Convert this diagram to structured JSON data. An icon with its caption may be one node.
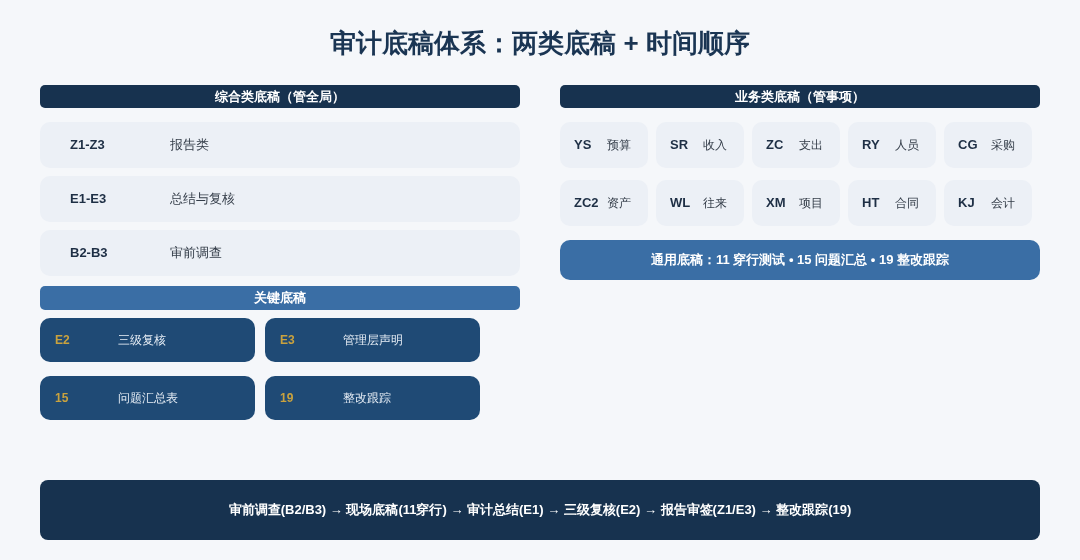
{
  "diagram": {
    "title": "审计底稿体系：两类底稿 + 时间顺序",
    "nodes": [
      {
        "text": [
          "综合类底稿（管全局）"
        ]
      },
      {
        "text": [
          "Z1-Z3",
          "报告类"
        ]
      },
      {
        "text": [
          "E1-E3",
          "总结与复核"
        ]
      },
      {
        "text": [
          "B2-B3",
          "审前调查"
        ]
      },
      {
        "text": [
          "关键底稿"
        ]
      },
      {
        "text": [
          "E2",
          "三级复核"
        ]
      },
      {
        "text": [
          "E3",
          "管理层声明"
        ]
      },
      {
        "text": [
          "15",
          "问题汇总表"
        ]
      },
      {
        "text": [
          "19",
          "整改跟踪"
        ]
      },
      {
        "text": [
          "业务类底稿（管事项）"
        ]
      },
      {
        "text": [
          "YS",
          "预算"
        ]
      },
      {
        "text": [
          "SR",
          "收入"
        ]
      },
      {
        "text": [
          "ZC",
          "支出"
        ]
      },
      {
        "text": [
          "RY",
          "人员"
        ]
      },
      {
        "text": [
          "CG",
          "采购"
        ]
      },
      {
        "text": [
          "ZC2",
          "资产"
        ]
      },
      {
        "text": [
          "WL",
          "往来"
        ]
      },
      {
        "text": [
          "XM",
          "项目"
        ]
      },
      {
        "text": [
          "HT",
          "合同"
        ]
      },
      {
        "text": [
          "KJ",
          "会计"
        ]
      },
      {
        "text": [
          "通用底稿：11 穿行测试 • 15 问题汇总 • 19 整改跟踪"
        ]
      },
      {
        "text": [
          "审前调查(B2/B3) → 现场底稿(11穿行) → 审计总结(E1) → 三级复核(E2) → 报告审签(Z1/E3) → 整改跟踪(19)"
        ]
      }
    ]
  }
}
